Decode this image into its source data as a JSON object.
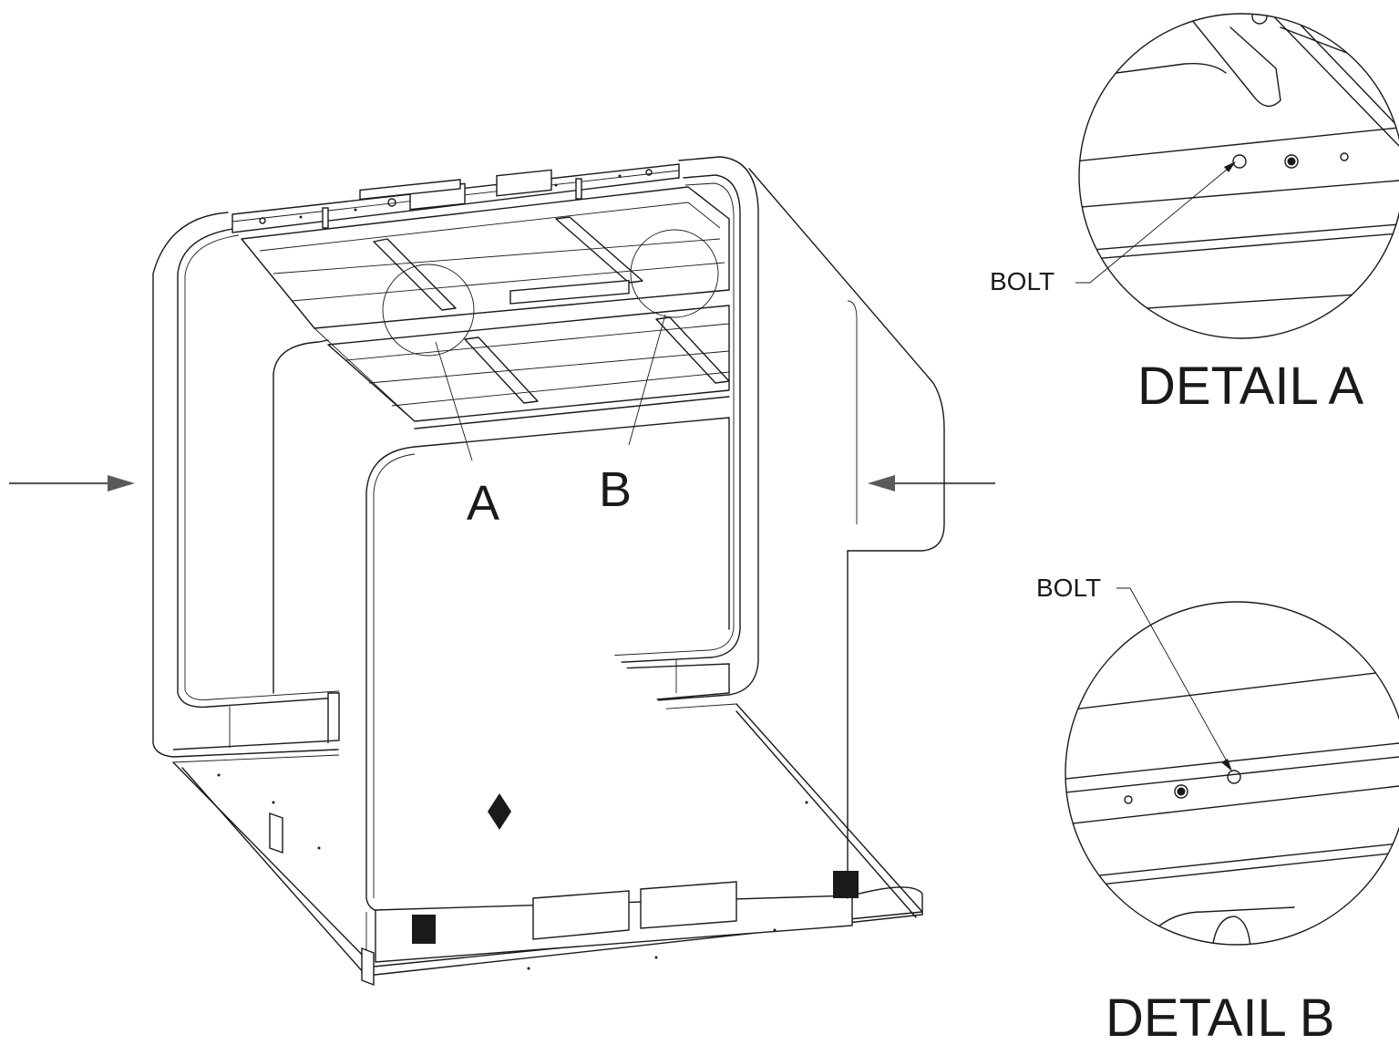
{
  "figure": {
    "callouts": {
      "a": "A",
      "b": "B"
    },
    "details": [
      {
        "title": "DETAIL A",
        "label": "BOLT"
      },
      {
        "title": "DETAIL B",
        "label": "BOLT"
      }
    ]
  },
  "colors": {
    "line": "#1a1a1a",
    "arrow": "#5a5a5a",
    "background": "#ffffff"
  }
}
